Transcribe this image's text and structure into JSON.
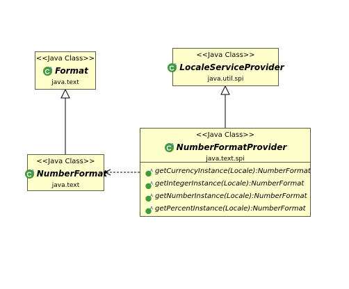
{
  "diagram": {
    "colors": {
      "class_fill": "#ffffcc",
      "class_border": "#5c5c44",
      "icon_green": "#3e9a3b",
      "icon_abstract_letter": "#4a7fc1",
      "edge": "#000000"
    },
    "classes": {
      "format": {
        "stereotype": "<<Java Class>>",
        "name": "Format",
        "package": "java.text",
        "icon": "abstract-class-icon"
      },
      "number_format": {
        "stereotype": "<<Java Class>>",
        "name": "NumberFormat",
        "package": "java.text",
        "icon": "abstract-class-icon"
      },
      "locale_service_provider": {
        "stereotype": "<<Java Class>>",
        "name": "LocaleServiceProvider",
        "package": "java.util.spi",
        "icon": "abstract-class-icon"
      },
      "number_format_provider": {
        "stereotype": "<<Java Class>>",
        "name": "NumberFormatProvider",
        "package": "java.text.spi",
        "icon": "abstract-class-icon",
        "operations": [
          {
            "signature": "getCurrencyInstance(Locale):NumberFormat",
            "icon": "abstract-method-icon"
          },
          {
            "signature": "getIntegerInstance(Locale):NumberFormat",
            "icon": "abstract-method-icon"
          },
          {
            "signature": "getNumberInstance(Locale):NumberFormat",
            "icon": "abstract-method-icon"
          },
          {
            "signature": "getPercentInstance(Locale):NumberFormat",
            "icon": "abstract-method-icon"
          }
        ]
      }
    },
    "relationships": [
      {
        "type": "generalization",
        "from": "number_format",
        "to": "format"
      },
      {
        "type": "generalization",
        "from": "number_format_provider",
        "to": "locale_service_provider"
      },
      {
        "type": "dependency",
        "from": "number_format_provider",
        "to": "number_format"
      }
    ]
  }
}
